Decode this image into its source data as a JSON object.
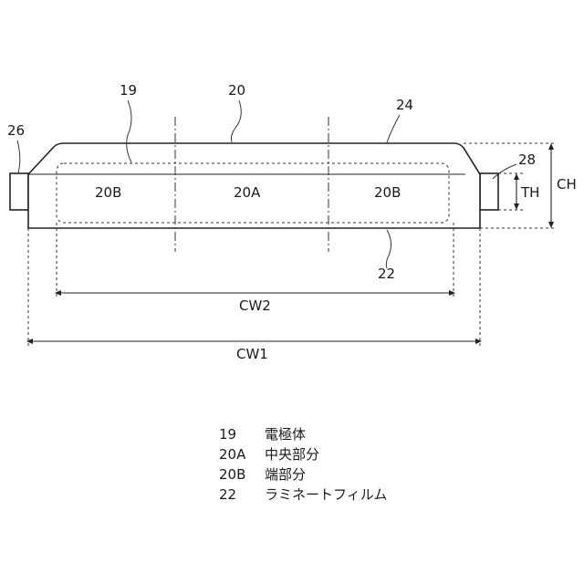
{
  "labels": {
    "ref_19": "19",
    "ref_20": "20",
    "ref_24": "24",
    "ref_26": "26",
    "ref_28": "28",
    "ref_22": "22",
    "region_left": "20B",
    "region_center": "20A",
    "region_right": "20B",
    "dim_th": "TH",
    "dim_ch": "CH",
    "dim_cw2": "CW2",
    "dim_cw1": "CW1"
  },
  "legend": [
    {
      "code": "19",
      "desc": "電極体"
    },
    {
      "code": "20A",
      "desc": "中央部分"
    },
    {
      "code": "20B",
      "desc": "端部分"
    },
    {
      "code": "22",
      "desc": "ラミネートフィルム"
    }
  ]
}
